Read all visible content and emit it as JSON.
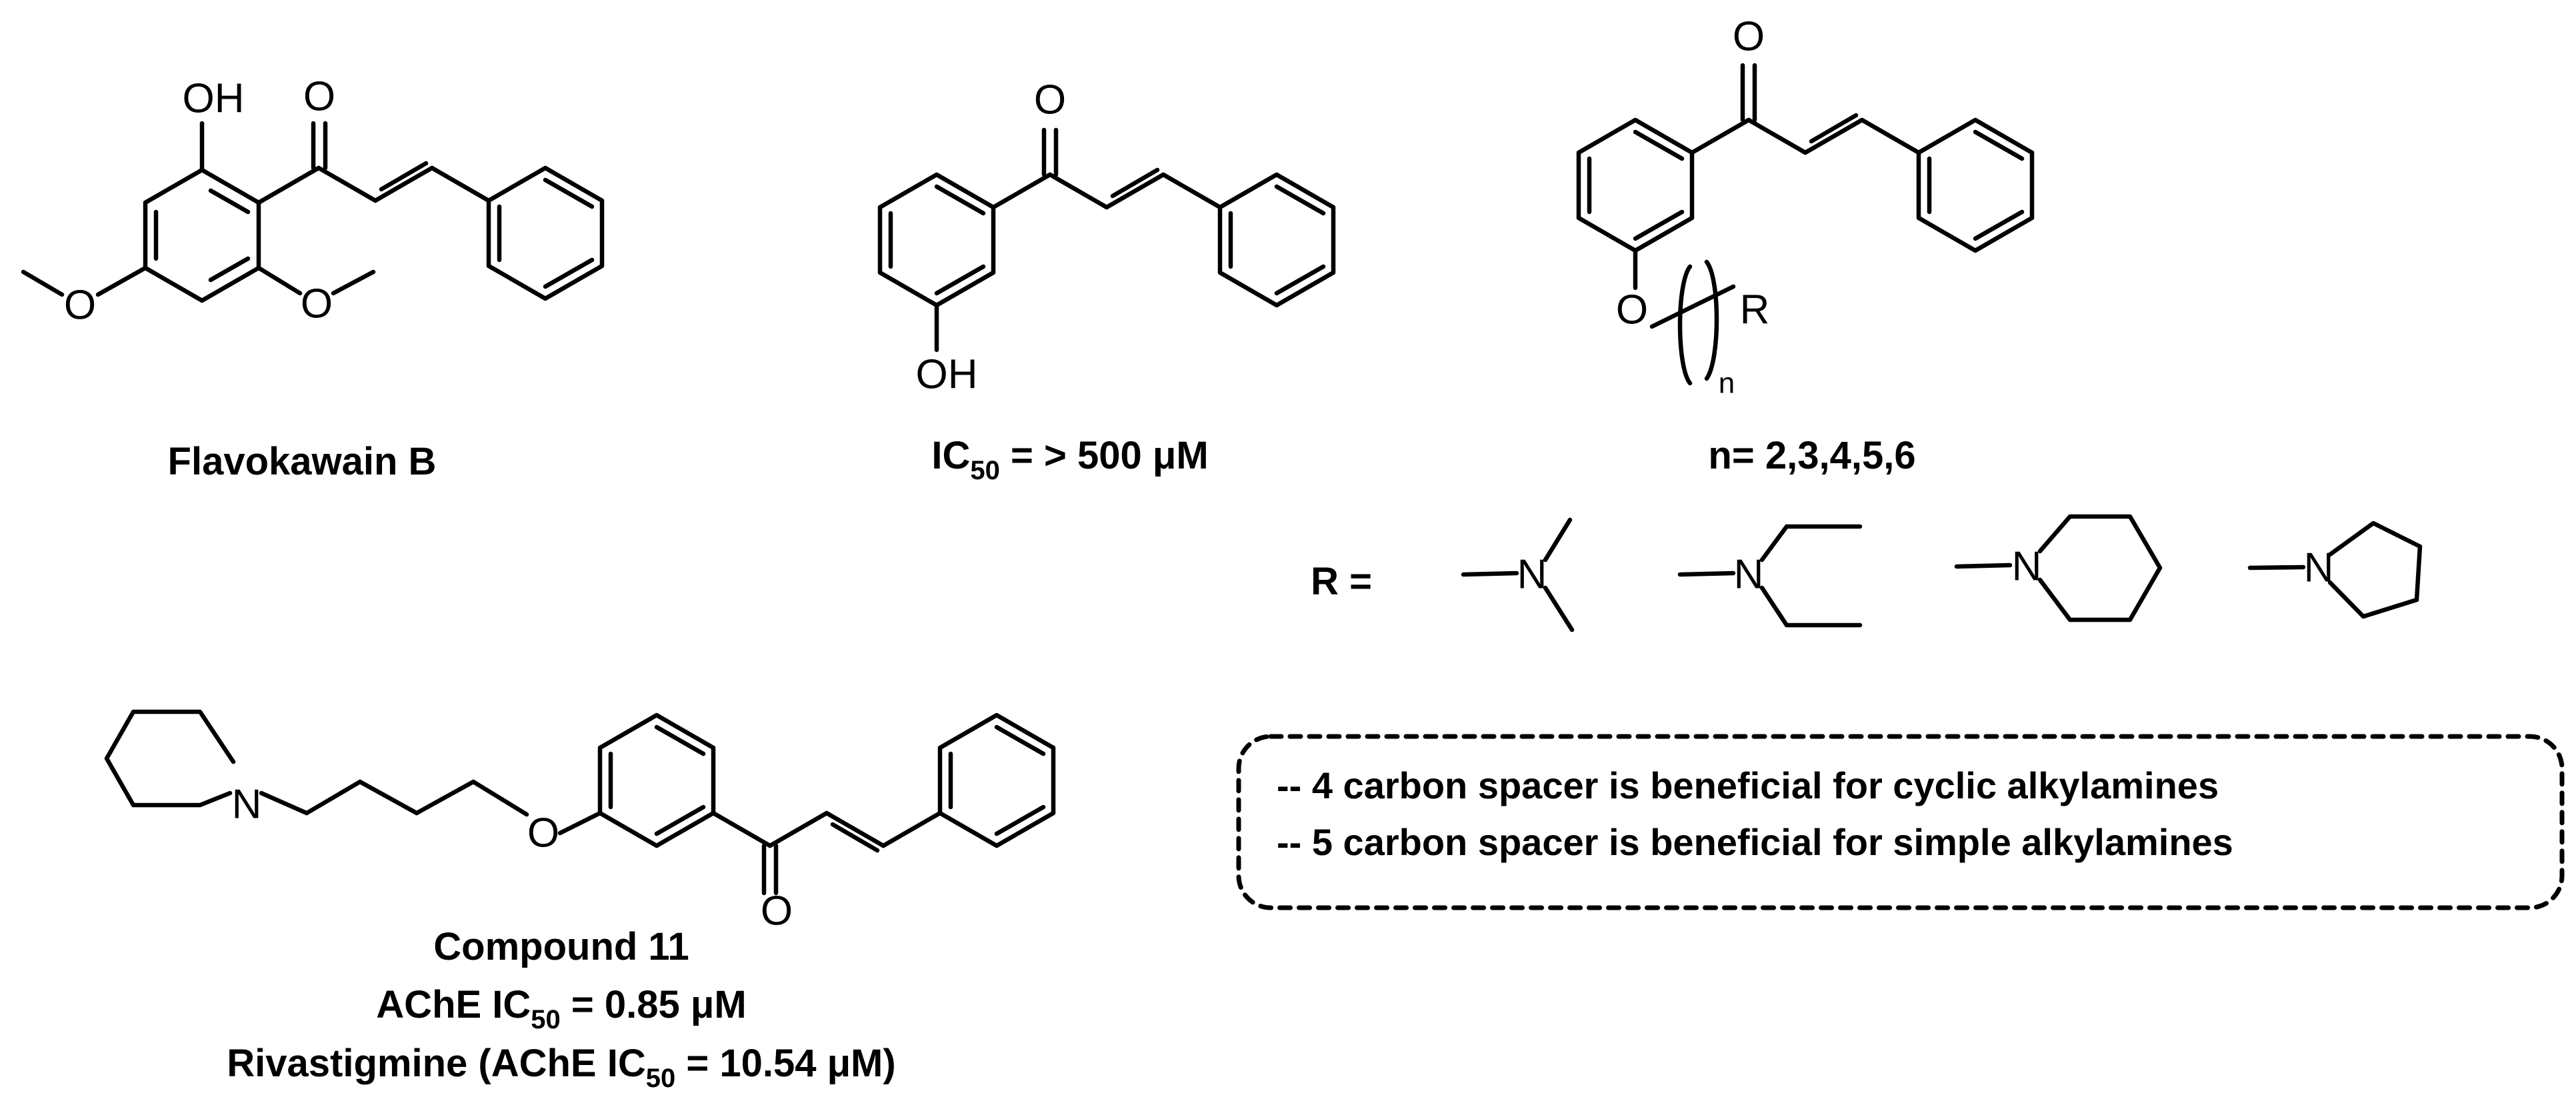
{
  "flavokawain": {
    "oh": "OH",
    "o_carbonyl": "O",
    "o_left": "O",
    "o_right": "O",
    "name": "Flavokawain B"
  },
  "hydroxy_chalcone": {
    "o_carbonyl": "O",
    "oh": "OH",
    "ic50_prefix": "IC",
    "ic50_sub": "50",
    "ic50_value": " = > 500 μM"
  },
  "general": {
    "o_carbonyl": "O",
    "o_ether": "O",
    "r_group": "R",
    "n_sub": "n",
    "n_values": "n= 2,3,4,5,6"
  },
  "r_groups": {
    "prefix": "R =",
    "n1": "N",
    "n2": "N",
    "n3": "N",
    "n4": "N"
  },
  "compound11": {
    "n_atom": "N",
    "o_ether": "O",
    "o_carbonyl": "O",
    "name": "Compound 11",
    "line2_prefix": "AChE IC",
    "line2_sub": "50",
    "line2_value": " = 0.85 μM",
    "line3_prefix": "Rivastigmine (AChE IC",
    "line3_sub": "50",
    "line3_value": " = 10.54 μM)"
  },
  "sar_box": {
    "line1": "-- 4 carbon spacer is beneficial for cyclic alkylamines",
    "line2": "-- 5 carbon spacer is beneficial for simple alkylamines"
  }
}
